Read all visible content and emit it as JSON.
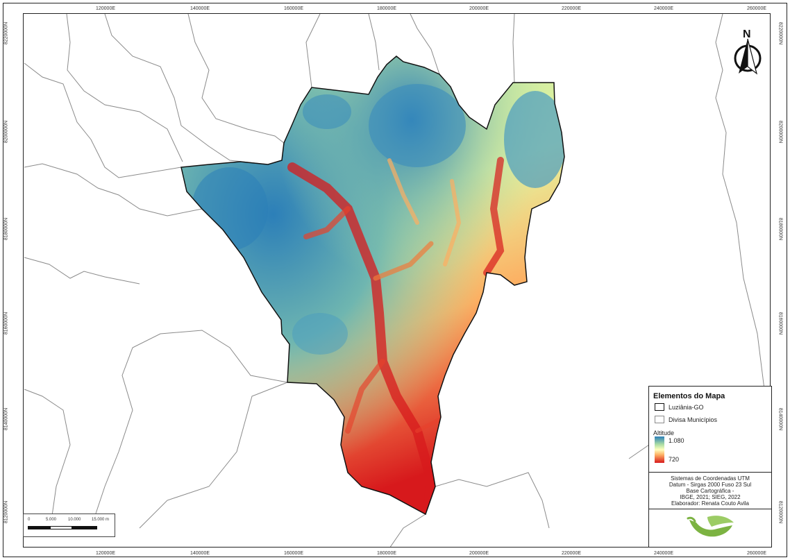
{
  "map": {
    "x_ticks": [
      "120000E",
      "140000E",
      "160000E",
      "180000E",
      "200000E",
      "220000E",
      "240000E",
      "260000E"
    ],
    "y_ticks": [
      "8220000N",
      "8200000N",
      "8180000N",
      "8160000N",
      "8140000N",
      "8120000N"
    ],
    "north_label": "N",
    "colors": {
      "high": "#2c7fb8",
      "mid_high": "#abdda4",
      "mid": "#ffffbf",
      "mid_low": "#fdae61",
      "low": "#d7191c",
      "boundary": "#222222",
      "municipal_lines": "#8a8a8a"
    }
  },
  "scale_bar": {
    "labels": [
      "0",
      "5.000",
      "10.000",
      "15.000 m"
    ]
  },
  "legend": {
    "title": "Elementos do Mapa",
    "items": [
      {
        "label": "Luziânia-GO",
        "style": "black-outline"
      },
      {
        "label": "Divisa Municípios",
        "style": "grey-outline"
      }
    ],
    "altitude_title": "Altitude",
    "altitude_max": "1.080",
    "altitude_min": "720",
    "credits": [
      "Sistemas de Coordenadas UTM",
      "Datum - Sirgas 2000 Fuso 23 Sul",
      "Base Cartográfica -",
      "IBGE, 2021; SIEG, 2022",
      "Elaborador: Renata Couto Avila"
    ],
    "logo_icon": "leaf-cup-logo"
  }
}
